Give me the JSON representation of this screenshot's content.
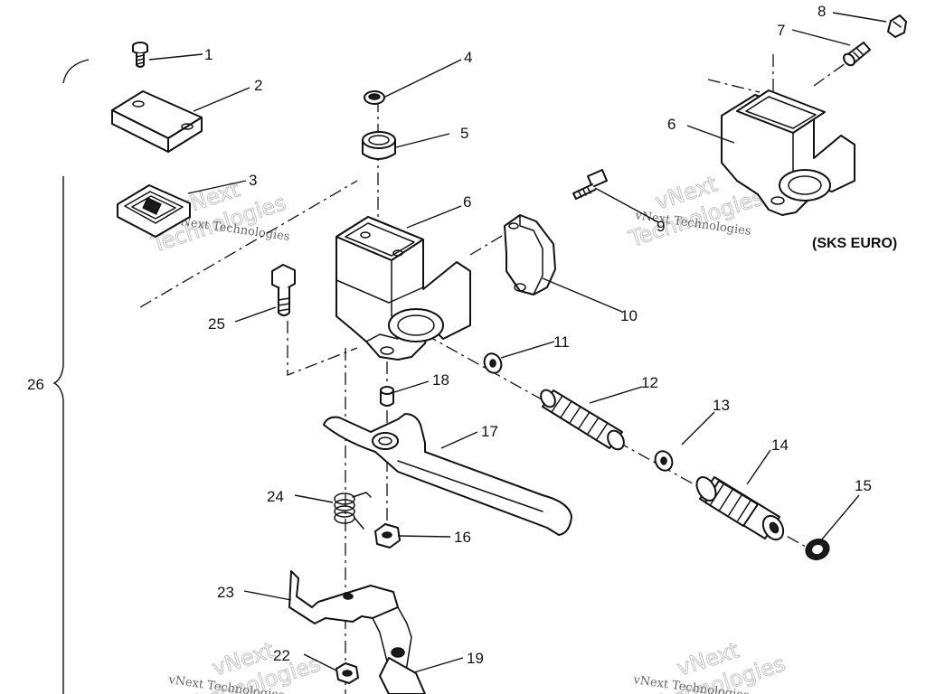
{
  "diagram": {
    "variant_label": "(SKS EURO)",
    "callouts": [
      "1",
      "2",
      "3",
      "4",
      "5",
      "6",
      "7",
      "8",
      "9",
      "10",
      "11",
      "12",
      "13",
      "14",
      "15",
      "16",
      "17",
      "18",
      "19",
      "22",
      "23",
      "24",
      "25",
      "26"
    ],
    "second_part6_label": "6",
    "watermark": {
      "line1": "vNext",
      "line2": "Technologies",
      "caption": "vNext Technologies"
    }
  }
}
